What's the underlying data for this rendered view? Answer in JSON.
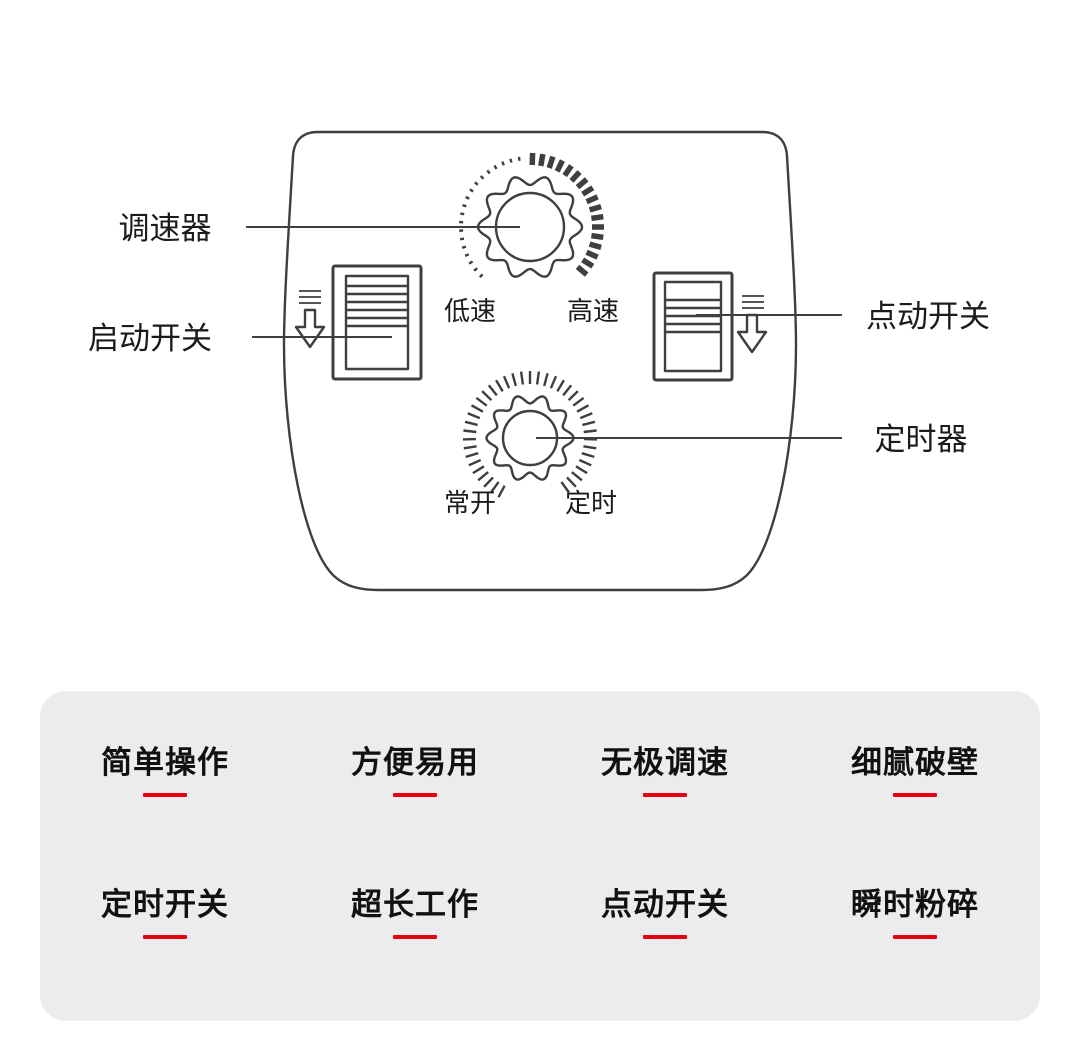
{
  "diagram": {
    "callouts": {
      "speed_knob": "调速器",
      "start_switch": "启动开关",
      "jog_switch": "点动开关",
      "timer_knob": "定时器"
    },
    "speed_knob": {
      "low_label": "低速",
      "high_label": "高速"
    },
    "timer_knob": {
      "always_on_label": "常开",
      "timed_label": "定时"
    }
  },
  "features": {
    "row1": [
      "简单操作",
      "方便易用",
      "无极调速",
      "细腻破壁"
    ],
    "row2": [
      "定时开关",
      "超长工作",
      "点动开关",
      "瞬时粉碎"
    ]
  },
  "colors": {
    "accent_red": "#e60012",
    "feature_panel_bg": "#ececec",
    "line_color": "#3f3f3f"
  }
}
